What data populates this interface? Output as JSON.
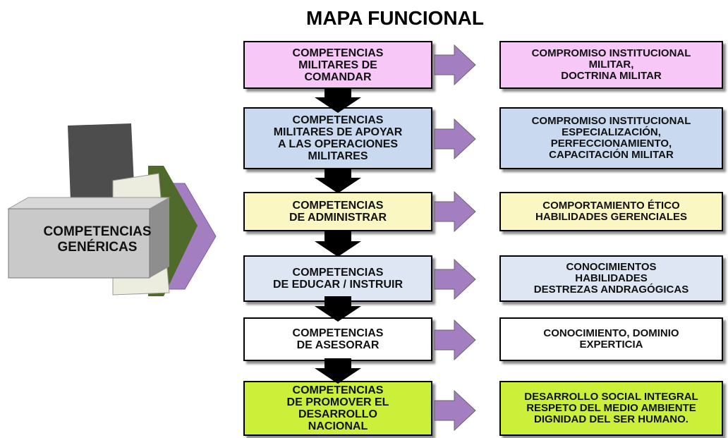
{
  "title": "MAPA FUNCIONAL",
  "generic": {
    "lines": [
      "COMPETENCIAS",
      "GENÉRICAS"
    ]
  },
  "rows": [
    {
      "left": [
        "COMPETENCIAS",
        "MILITARES DE",
        "COMANDAR"
      ],
      "right": [
        "COMPROMISO INSTITUCIONAL",
        "MILITAR,",
        "DOCTRINA MILITAR"
      ],
      "fill": "#f7c8f7"
    },
    {
      "left": [
        "COMPETENCIAS",
        "MILITARES DE APOYAR",
        "A LAS OPERACIONES",
        "MILITARES"
      ],
      "right": [
        "COMPROMISO INSTITUCIONAL",
        "ESPECIALIZACIÓN,",
        "PERFECCIONAMIENTO,",
        "CAPACITACIÓN MILITAR"
      ],
      "fill": "#c8d9f0"
    },
    {
      "left": [
        "COMPETENCIAS",
        "DE ADMINISTRAR"
      ],
      "right": [
        "COMPORTAMIENTO ÉTICO",
        "HABILIDADES GERENCIALES"
      ],
      "fill": "#fbf7c2"
    },
    {
      "left": [
        "COMPETENCIAS",
        "DE EDUCAR / INSTRUIR"
      ],
      "right": [
        "CONOCIMIENTOS",
        "HABILIDADES",
        "DESTREZAS ANDRAGÓGICAS"
      ],
      "fill": "#dde6f2"
    },
    {
      "left": [
        "COMPETENCIAS",
        "DE ASESORAR"
      ],
      "right": [
        "CONOCIMIENTO, DOMINIO",
        "EXPERTICIA"
      ],
      "fill": "#ffffff"
    },
    {
      "left": [
        "COMPETENCIAS",
        "DE PROMOVER EL",
        "DESARROLLO",
        "NACIONAL"
      ],
      "right": [
        "DESARROLLO SOCIAL INTEGRAL",
        "RESPETO DEL MEDIO AMBIENTE",
        "DIGNIDAD DEL SER HUMANO."
      ],
      "fill": "#ccf03a"
    }
  ],
  "colors": {
    "arrow_right_fill": "#a37fc2",
    "arrow_down_fill": "#000000",
    "slab_dark": "#4d4d4d",
    "slab_cream": "#ededdf",
    "slab_green": "#4f6a2a",
    "slab_purple": "#a37fc2",
    "generic_box_fill": "#c9c9c9"
  }
}
